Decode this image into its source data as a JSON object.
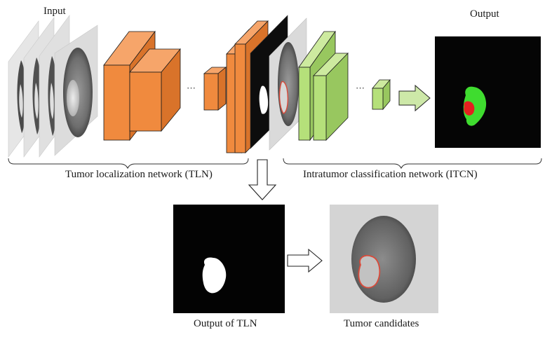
{
  "labels": {
    "input": "Input",
    "output": "Output",
    "tln": "Tumor localization network (TLN)",
    "itcn": "Intratumor classification network (ITCN)",
    "output_tln": "Output of TLN",
    "tumor_candidates": "Tumor candidates",
    "ellipsis_tln": "···",
    "ellipsis_itcn": "···"
  },
  "colors": {
    "tln_block": "#f08a3e",
    "tln_block_side": "#d9732a",
    "itcn_block": "#b5e07a",
    "itcn_block_side": "#98c75f",
    "tumor_red": "#e52020",
    "tumor_green": "#3fdc2f",
    "candidate_outline": "#d94a3a"
  }
}
